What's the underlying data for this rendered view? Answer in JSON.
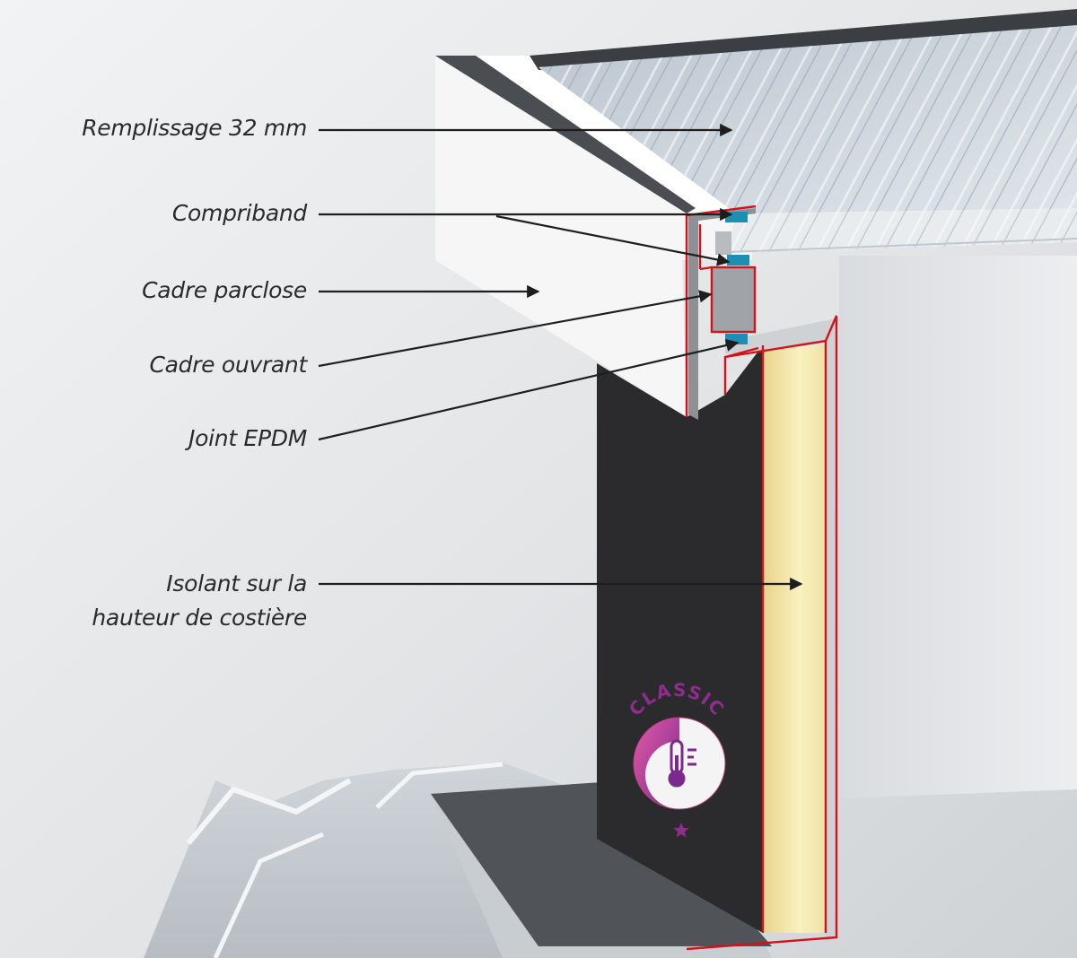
{
  "labels": {
    "filling": "Remplissage 32 mm",
    "compriband": "Compriband",
    "bead_frame": "Cadre parclose",
    "opening_frame": "Cadre ouvrant",
    "epdm_seal": "Joint EPDM",
    "insulation_line1": "Isolant sur la",
    "insulation_line2": "hauteur de costière"
  },
  "badge": {
    "text": "CLASSIC",
    "icon": "thermometer-icon",
    "rating_icon": "star-icon",
    "color": "#8e2d8e",
    "accent": "#d74ea6"
  },
  "colors": {
    "outline": "#d3121b",
    "wall": "#2b2b2d",
    "insulation": "#f0e7a6",
    "seal": "#1d8fb3",
    "foam": "#f5f5f5"
  }
}
